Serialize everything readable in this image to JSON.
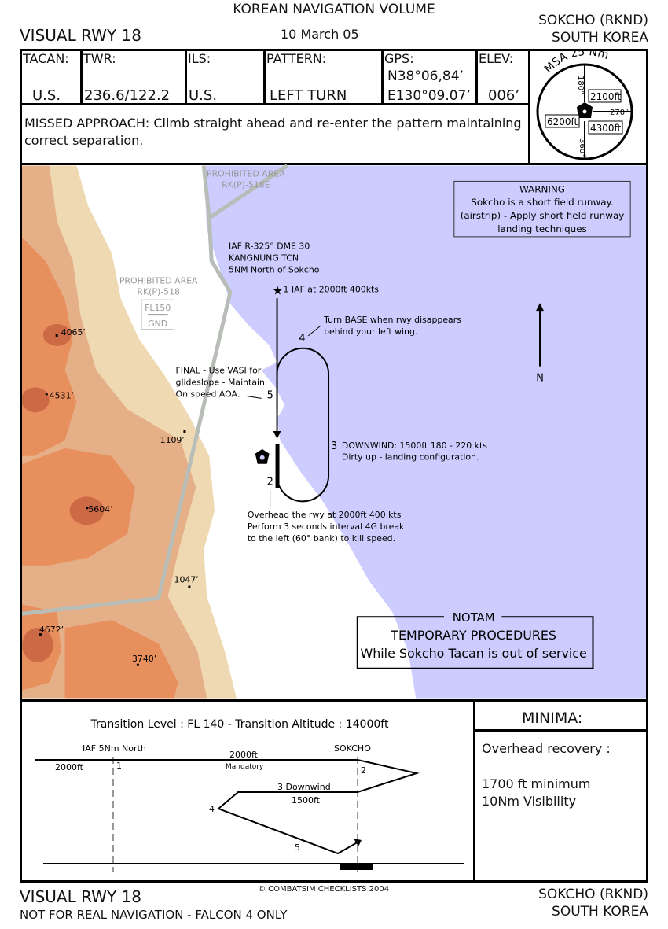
{
  "header": {
    "volume": "KOREAN NAVIGATION VOLUME",
    "chart_title": "VISUAL RWY 18",
    "date": "10 March 05",
    "airport": "SOKCHO (RKND)",
    "country": "SOUTH KOREA"
  },
  "info": {
    "tacan": {
      "label": "TACAN:",
      "value": "U.S."
    },
    "twr": {
      "label": "TWR:",
      "value": "236.6/122.2"
    },
    "ils": {
      "label": "ILS:",
      "value": "U.S."
    },
    "pattern": {
      "label": "PATTERN:",
      "value": "LEFT TURN"
    },
    "gps": {
      "label": "GPS:",
      "lat": "N38°06,84’",
      "lon": "E130°09.07’"
    },
    "elev": {
      "label": "ELEV:",
      "value": "006’"
    },
    "missed_approach": "MISSED APPROACH: Climb straight ahead and re-enter the pattern maintaining correct separation."
  },
  "msa": {
    "title": "MSA 25 Nm",
    "bearings": [
      "180°",
      "270°",
      "360°"
    ],
    "altitudes": [
      "2100ft",
      "6200ft",
      "4300ft"
    ]
  },
  "map": {
    "colors": {
      "sea": "#ccccff",
      "terrain_low": "#efd9b2",
      "terrain_mid": "#e5b088",
      "terrain_high": "#e88f5e",
      "terrain_peak": "#cc6a45",
      "restricted_line": "#b8bdb8"
    },
    "prohibited_1": {
      "label": "PROHIBITED AREA",
      "id": "RK(P)-518E"
    },
    "prohibited_2": {
      "label": "PROHIBITED AREA",
      "id": "RK(P)-518",
      "upper": "FL150",
      "lower": "GND"
    },
    "elevations": [
      "4065’",
      "4531’",
      "1109’",
      "5604’",
      "1047’",
      "4672’",
      "3740’"
    ],
    "iaf_note": [
      "IAF R-325° DME 30",
      "KANGNUNG TCN",
      "5NM North of Sokcho"
    ],
    "step1": "1 IAF at 2000ft 400kts",
    "step4_num": "4",
    "step4_note": [
      "Turn BASE when rwy disappears",
      "behind your left wing."
    ],
    "step5_num": "5",
    "step5_note": [
      "FINAL - Use VASI for",
      "glideslope - Maintain",
      "On speed AOA."
    ],
    "step3_num": "3",
    "step3_note": [
      "DOWNWIND: 1500ft 180 - 220 kts",
      "Dirty up - landing configuration."
    ],
    "step2_num": "2",
    "step2_note": [
      "Overhead the rwy at 2000ft 400 kts",
      "Perform 3 seconds interval 4G break",
      "to the left (60° bank) to kill speed."
    ],
    "north": "N",
    "warning": {
      "title": "WARNING",
      "lines": [
        "Sokcho is a short field runway.",
        "(airstrip) - Apply short field runway",
        "landing techniques"
      ]
    },
    "notam": {
      "title": "NOTAM",
      "line1": "TEMPORARY PROCEDURES",
      "line2": "While Sokcho Tacan is out of service"
    }
  },
  "profile": {
    "transition": "Transition Level : FL 140  -  Transition Altitude : 14000ft",
    "iaf": "IAF  5Nm North",
    "sokcho": "SOKCHO",
    "alt_left": "2000ft",
    "alt_top": "2000ft",
    "mandatory": "Mandatory",
    "p1": "1",
    "p2": "2",
    "p3": "3 Downwind",
    "alt_dw": "1500ft",
    "p4": "4",
    "p5": "5"
  },
  "minima": {
    "title": "MINIMA:",
    "type": "Overhead recovery :",
    "line1": "1700 ft minimum",
    "line2": "10Nm Visibility"
  },
  "footer": {
    "chart_title": "VISUAL RWY 18",
    "disclaimer": "NOT FOR REAL NAVIGATION - FALCON 4 ONLY",
    "copyright": "© COMBATSIM CHECKLISTS 2004",
    "airport": "SOKCHO (RKND)",
    "country": "SOUTH KOREA"
  }
}
